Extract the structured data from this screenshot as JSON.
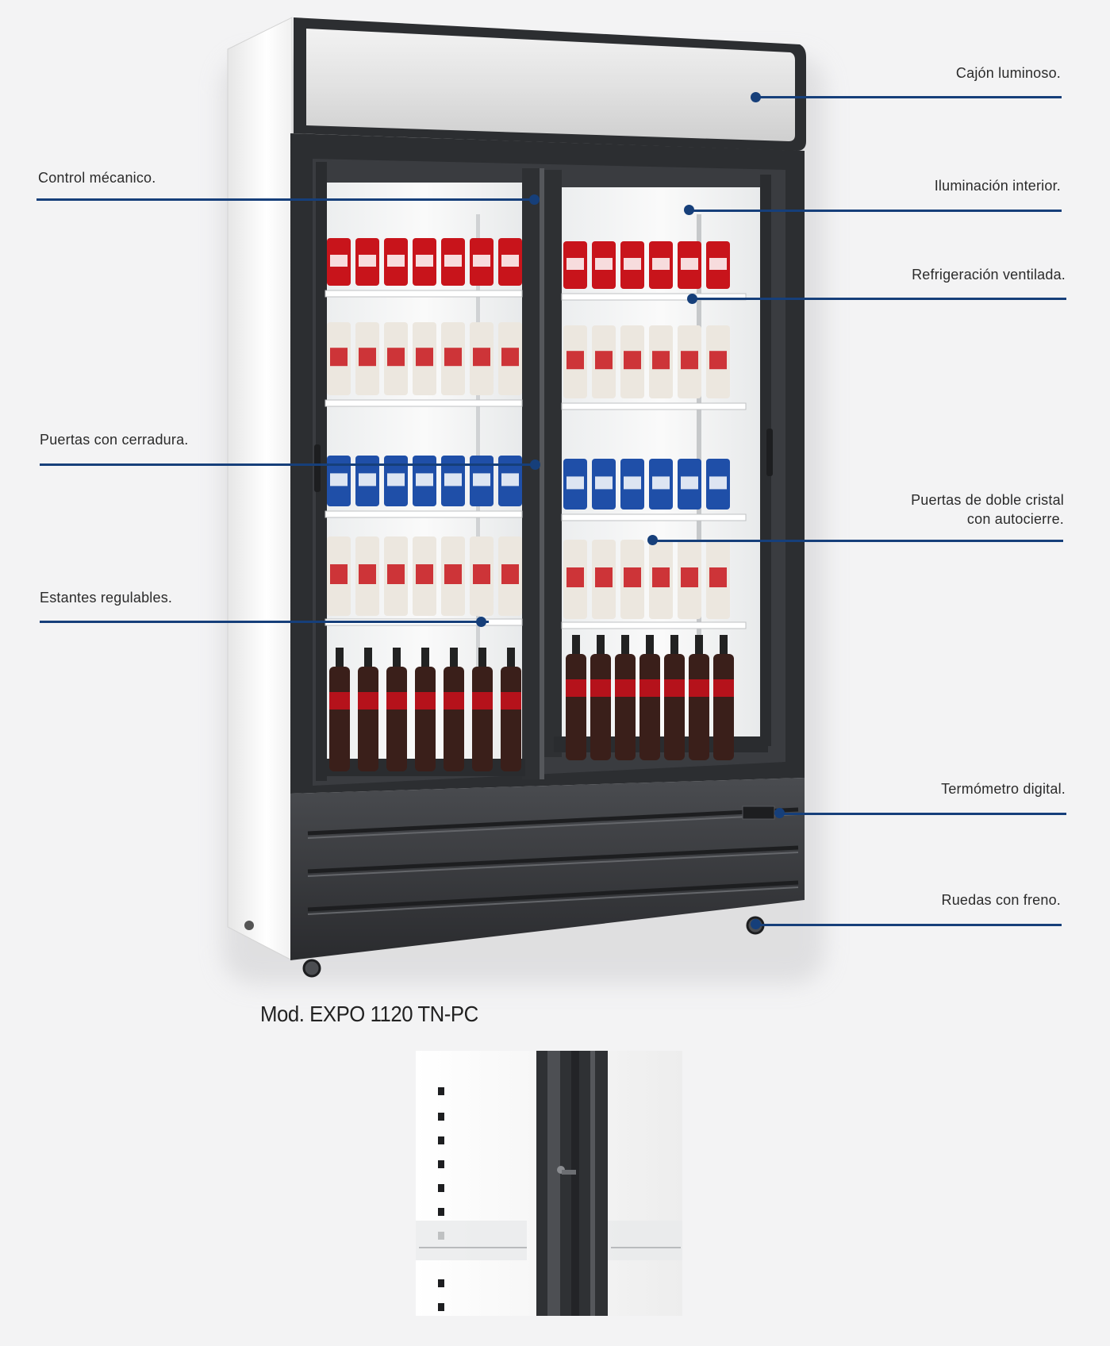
{
  "labels": {
    "cajon": "Cajón luminoso.",
    "control": "Control mécanico.",
    "iluminacion": "Iluminación interior.",
    "refrigeracion": "Refrigeración ventilada.",
    "cerradura": "Puertas con cerradura.",
    "doble_cristal_1": "Puertas de doble cristal",
    "doble_cristal_2": "con autocierre.",
    "estantes": "Estantes regulables.",
    "termometro": "Termómetro digital.",
    "ruedas": "Ruedas con freno."
  },
  "model": "Mod. EXPO 1120 TN-PC",
  "colors": {
    "accent": "#163f7a",
    "frame": "#2c2e31",
    "cabinet": "#f7f7f7",
    "coke_red": "#c8141b",
    "pepsi_blue": "#1f4fa8",
    "bud_white": "#ece7df"
  }
}
